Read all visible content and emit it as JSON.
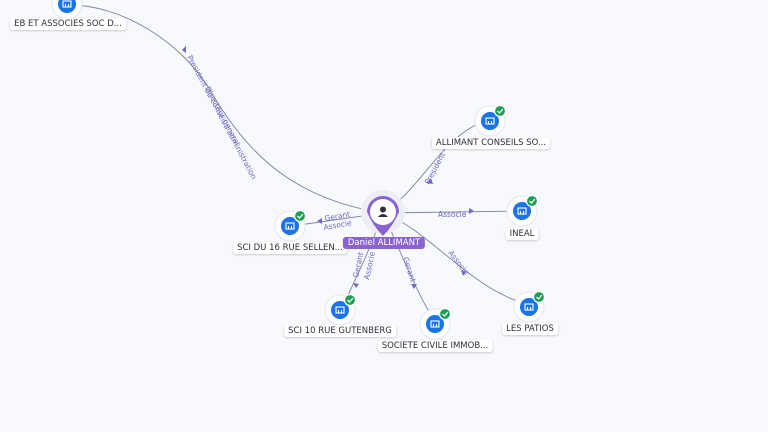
{
  "center": {
    "name": "Daniel ALLIMANT",
    "icon": "person-icon"
  },
  "companies": [
    {
      "key": "eb",
      "name": "EB ET ASSOCIES SOC D...",
      "verified": false,
      "relation": "President du conseil d'administration",
      "relation2": "Directeur general"
    },
    {
      "key": "allimant",
      "name": "ALLIMANT CONSEILS SO...",
      "verified": true,
      "relation": "President"
    },
    {
      "key": "ineal",
      "name": "INEAL",
      "verified": true,
      "relation": "Associe"
    },
    {
      "key": "patios",
      "name": "LES PATIOS",
      "verified": true,
      "relation": "Associe"
    },
    {
      "key": "sci16",
      "name": "SCI DU 16 RUE SELLEN...",
      "verified": true,
      "relation": "Gerant",
      "relation2": "Associe"
    },
    {
      "key": "sci10",
      "name": "SCI 10 RUE GUTENBERG",
      "verified": true,
      "relation": "Gerant",
      "relation2": "Associe"
    },
    {
      "key": "civile",
      "name": "SOCIETE CIVILE IMMOB...",
      "verified": true,
      "relation": "Gerant"
    }
  ],
  "icons": {
    "company": "building-icon",
    "verified": "check-badge-icon"
  },
  "colors": {
    "company": "#1a73e8",
    "person": "#8a63d2",
    "verified": "#1e9e55",
    "edge": "#7b82a6",
    "edge_label": "#7067c9"
  }
}
